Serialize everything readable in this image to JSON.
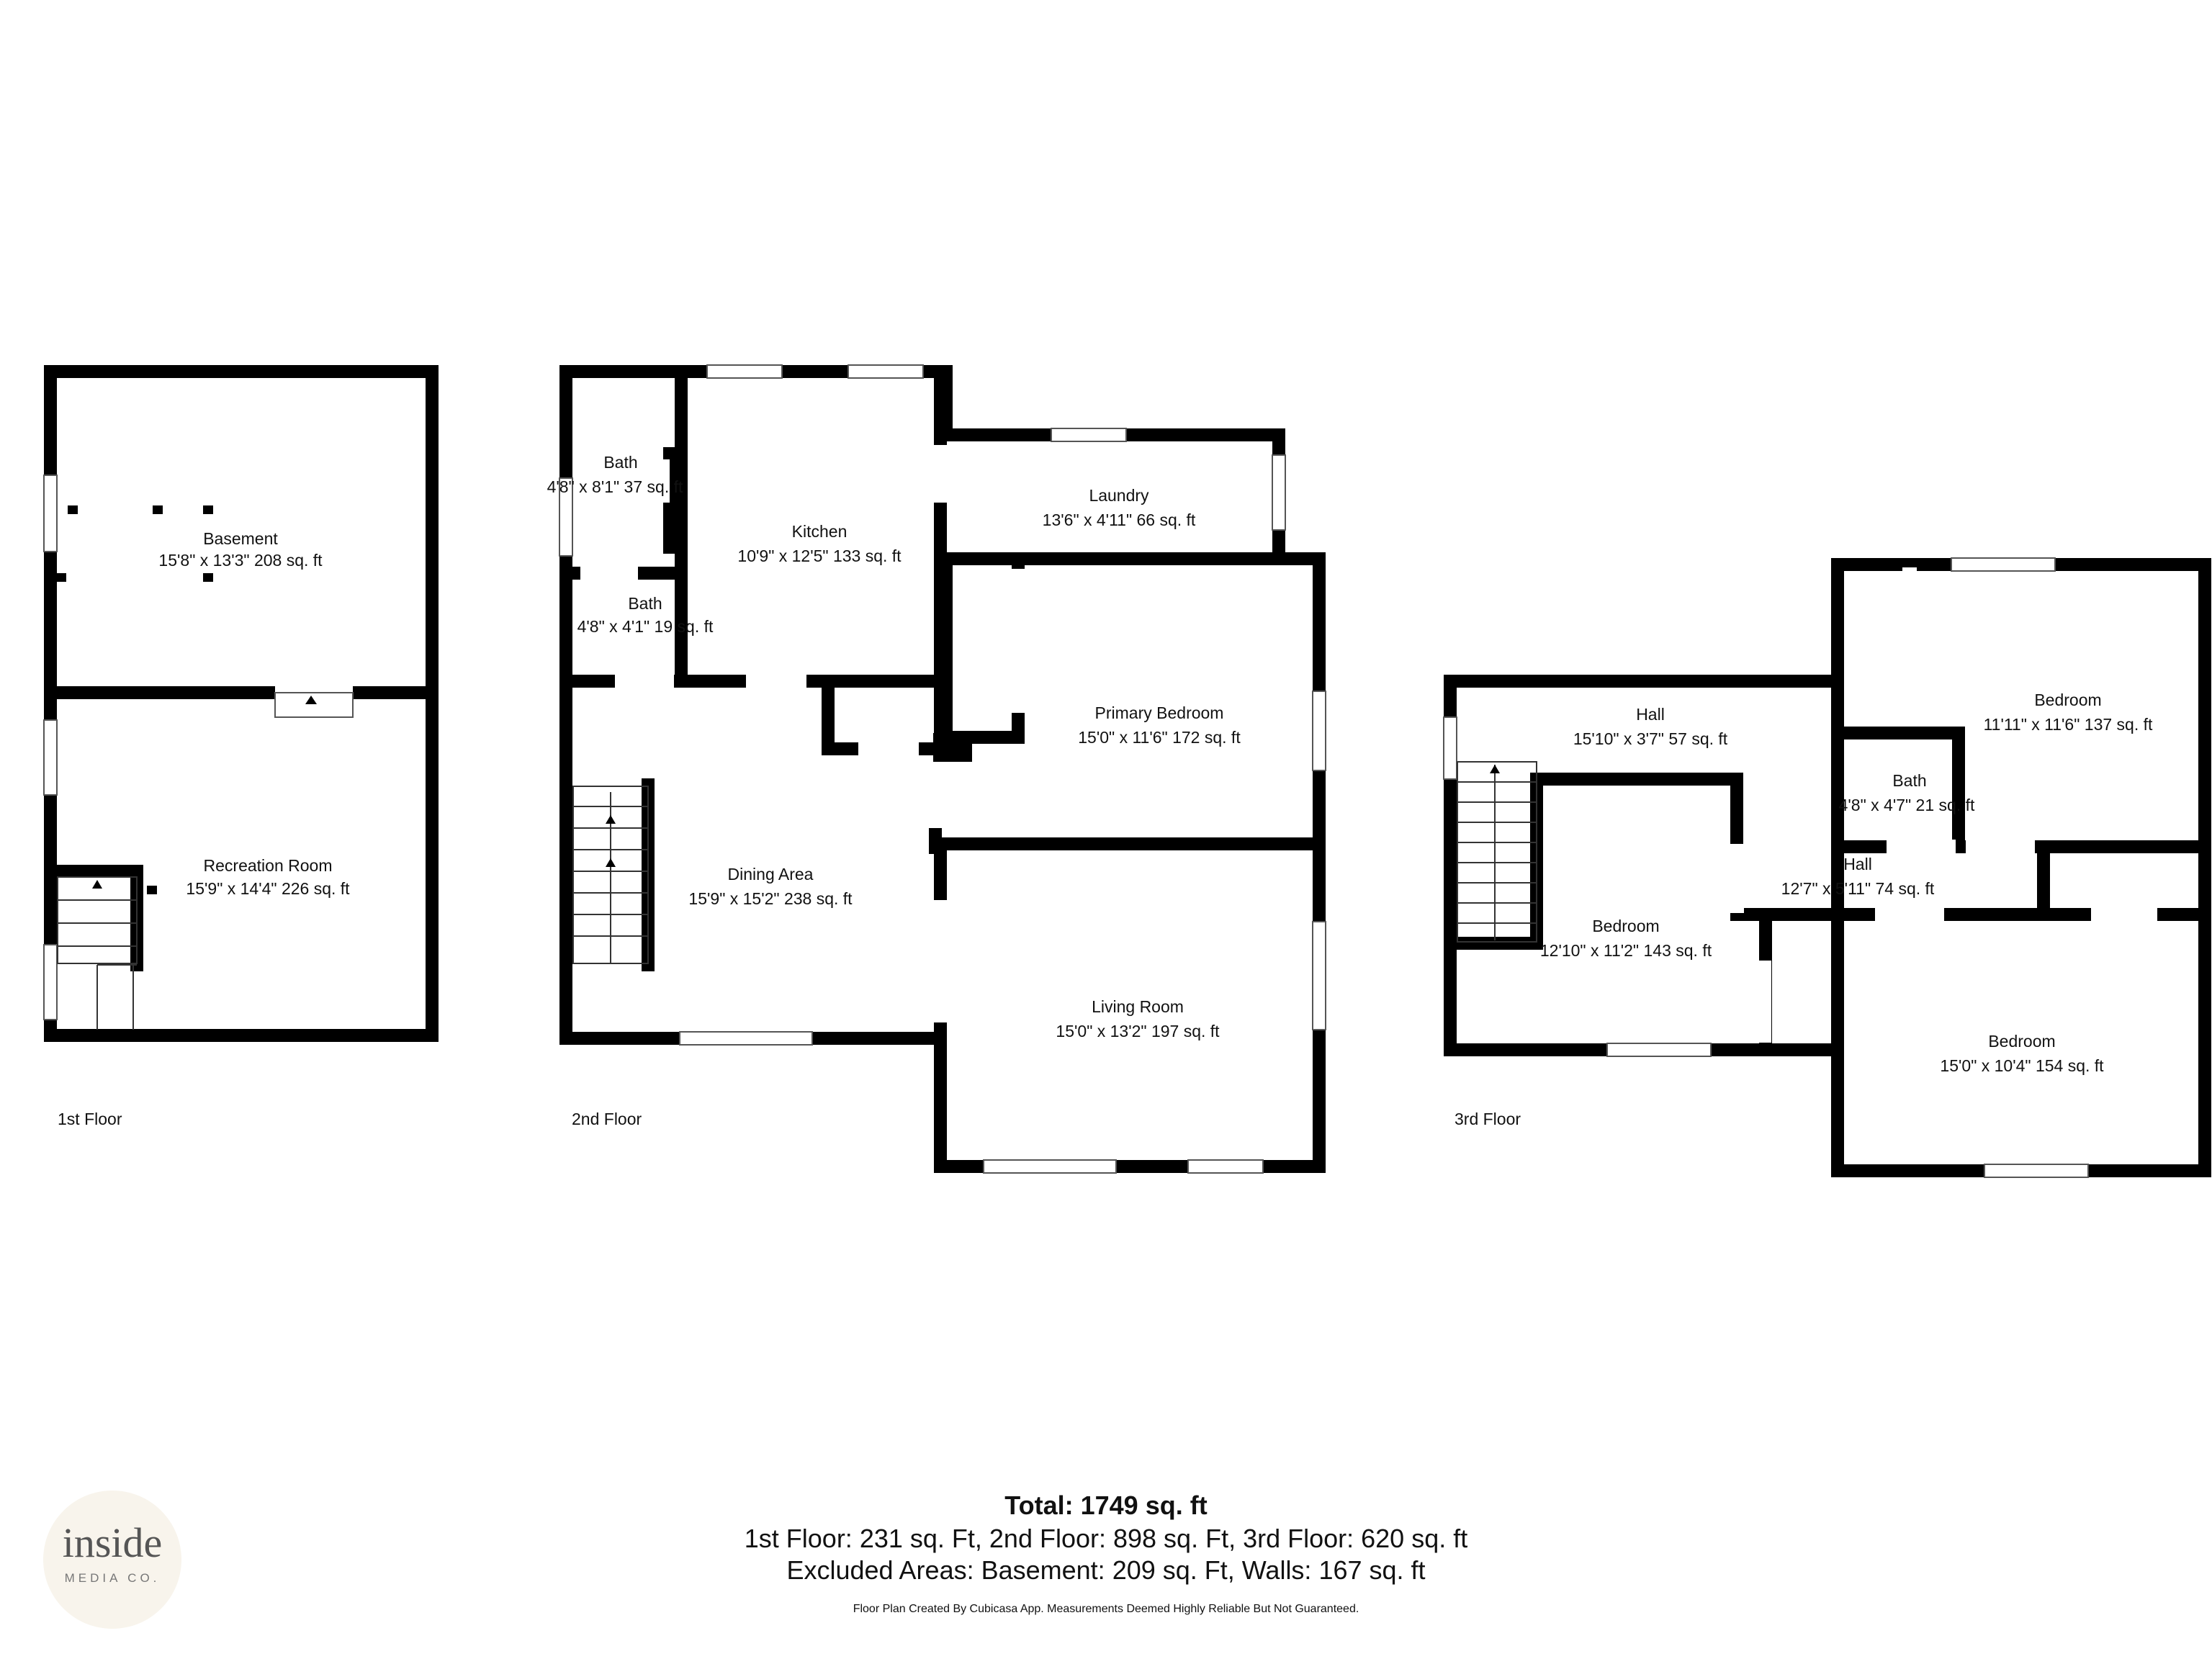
{
  "floors": [
    {
      "label": "1st Floor"
    },
    {
      "label": "2nd Floor"
    },
    {
      "label": "3rd Floor"
    }
  ],
  "rooms": {
    "basement": {
      "name": "Basement",
      "dims": "15'8\" x 13'3\" 208 sq. ft"
    },
    "recreation": {
      "name": "Recreation Room",
      "dims": "15'9\" x 14'4\" 226 sq. ft"
    },
    "bath_a": {
      "name": "Bath",
      "dims": "4'8\" x 8'1\" 37 sq. ft"
    },
    "bath_b": {
      "name": "Bath",
      "dims": "4'8\" x 4'1\" 19 sq. ft"
    },
    "kitchen": {
      "name": "Kitchen",
      "dims": "10'9\" x 12'5\" 133 sq. ft"
    },
    "laundry": {
      "name": "Laundry",
      "dims": "13'6\" x 4'11\" 66 sq. ft"
    },
    "primary_bedroom": {
      "name": "Primary Bedroom",
      "dims": "15'0\" x 11'6\" 172 sq. ft"
    },
    "dining": {
      "name": "Dining Area",
      "dims": "15'9\" x 15'2\" 238 sq. ft"
    },
    "living": {
      "name": "Living Room",
      "dims": "15'0\" x 13'2\" 197 sq. ft"
    },
    "hall_upper": {
      "name": "Hall",
      "dims": "15'10\" x 3'7\" 57 sq. ft"
    },
    "bedroom_ne": {
      "name": "Bedroom",
      "dims": "11'11\" x 11'6\" 137 sq. ft"
    },
    "bath_c": {
      "name": "Bath",
      "dims": "4'8\" x 4'7\" 21 sq. ft"
    },
    "hall_lower": {
      "name": "Hall",
      "dims": "12'7\" x 5'11\" 74 sq. ft"
    },
    "bedroom_w": {
      "name": "Bedroom",
      "dims": "12'10\" x 11'2\" 143 sq. ft"
    },
    "bedroom_se": {
      "name": "Bedroom",
      "dims": "15'0\" x 10'4\" 154 sq. ft"
    }
  },
  "summary": {
    "total": "Total: 1749 sq. ft",
    "floors": "1st Floor: 231 sq. Ft, 2nd Floor: 898 sq. Ft, 3rd Floor: 620 sq. ft",
    "excluded": "Excluded Areas: Basement: 209 sq. Ft, Walls: 167 sq. ft",
    "disclaimer": "Floor Plan Created By Cubicasa App. Measurements Deemed Highly Reliable But Not Guaranteed."
  },
  "logo": {
    "word": "inside",
    "sub": "MEDIA CO."
  },
  "colors": {
    "wall": "#000000",
    "background": "#ffffff",
    "logo_bg": "#f8f4ec"
  }
}
